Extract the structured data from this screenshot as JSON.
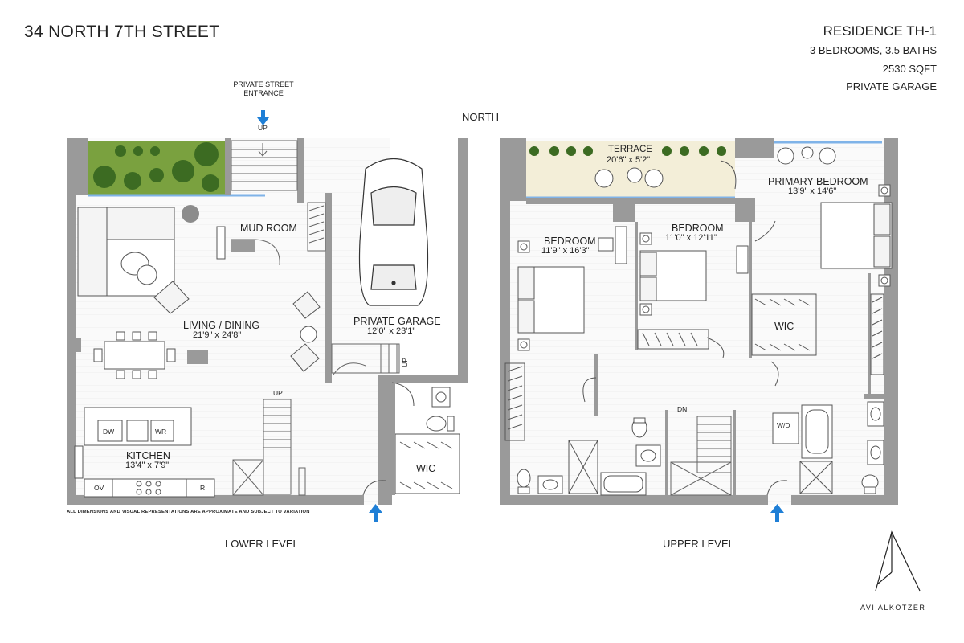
{
  "header": {
    "address": "34 NORTH 7TH STREET",
    "residence": "RESIDENCE TH-1",
    "bed_bath": "3 BEDROOMS, 3.5 BATHS",
    "area": "2530 SQFT",
    "garage": "PRIVATE GARAGE"
  },
  "compass": "NORTH",
  "entrance": "PRIVATE STREET ENTRANCE",
  "entrance_line1": "PRIVATE STREET",
  "entrance_line2": "ENTRANCE",
  "lower": {
    "level_label": "LOWER LEVEL",
    "up_top": "UP",
    "mud_room": "MUD ROOM",
    "living_name": "LIVING / DINING",
    "living_dims": "21'9\" x 24'8\"",
    "garage_name": "PRIVATE GARAGE",
    "garage_dims": "12'0\" x 23'1\"",
    "garage_up": "UP",
    "stair_up": "UP",
    "kitchen_name": "KITCHEN",
    "kitchen_dims": "13'4\" x 7'9\"",
    "dw": "DW",
    "wr": "WR",
    "ov": "OV",
    "r": "R",
    "wic": "WIC"
  },
  "upper": {
    "level_label": "UPPER LEVEL",
    "terrace_name": "TERRACE",
    "terrace_dims": "20'6\" x 5'2\"",
    "primary_name": "PRIMARY BEDROOM",
    "primary_dims": "13'9\" x 14'6\"",
    "bed1_name": "BEDROOM",
    "bed1_dims": "11'9\" x 16'3\"",
    "bed2_name": "BEDROOM",
    "bed2_dims": "11'0\" x 12'11\"",
    "wic": "WIC",
    "dn": "DN",
    "wd": "W/D"
  },
  "disclaimer": "ALL DIMENSIONS AND VISUAL REPRESENTATIONS ARE APPROXIMATE AND SUBJECT TO VARIATION",
  "brand": "AVI ALKOTZER",
  "colors": {
    "wall": "#9a9a9a",
    "arrow": "#1f7fd6",
    "planting": "#6f9a3a",
    "terrace": "#f3eed8",
    "line": "#555555"
  }
}
